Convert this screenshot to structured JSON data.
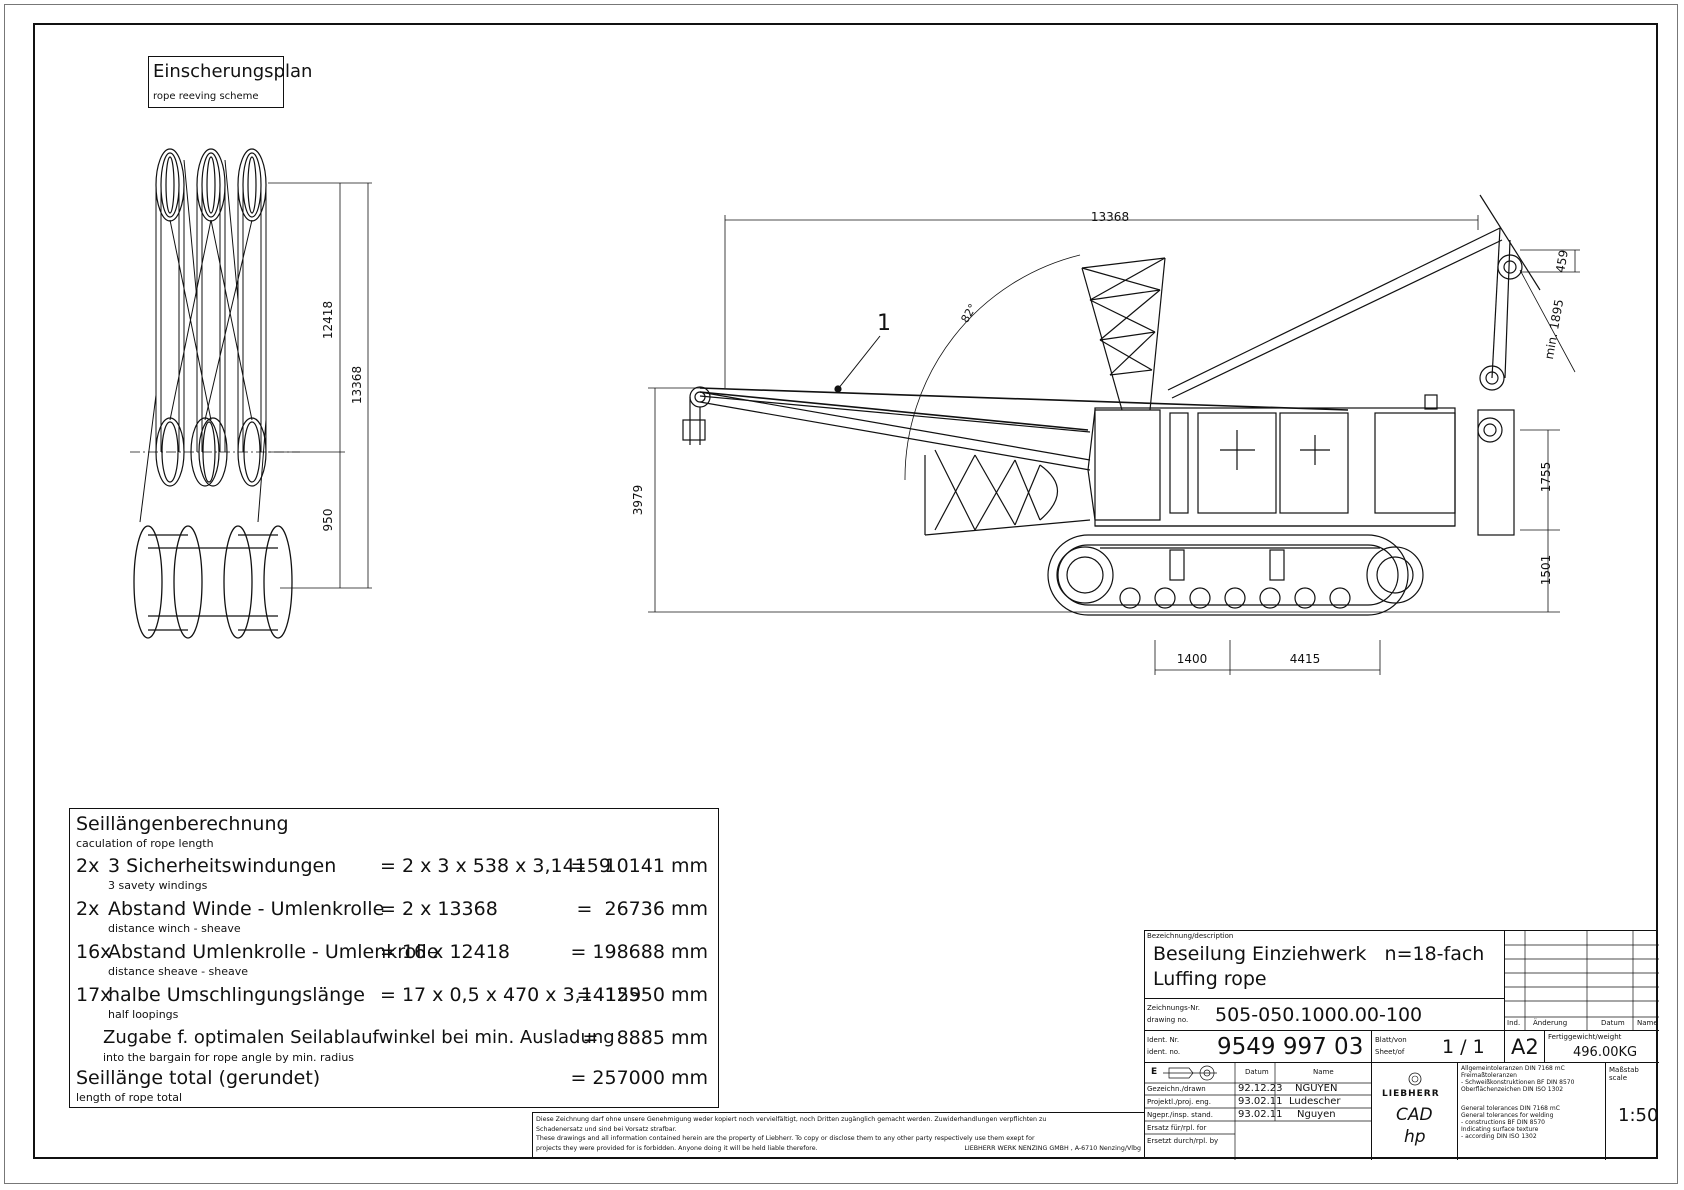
{
  "scheme": {
    "title_de": "Einscherungsplan",
    "title_en": "rope reeving scheme",
    "dim_12418": "12418",
    "dim_13368": "13368",
    "dim_950": "950"
  },
  "crane": {
    "label_1": "1",
    "dim_top": "13368",
    "angle": "82°",
    "dim_height": "3979",
    "dim_1400": "1400",
    "dim_4415": "4415",
    "dim_459": "459",
    "dim_min1895": "min. 1895",
    "dim_1755": "1755",
    "dim_1501": "1501"
  },
  "calculation": {
    "title_de": "Seillängenberechnung",
    "title_en": "caculation of rope length",
    "rows": [
      {
        "qty": "2x",
        "label": "3 Sicherheitswindungen",
        "sub": "3 savety windings",
        "formula": "= 2 x 3 x 538 x 3,14159",
        "result": "=   10141 mm"
      },
      {
        "qty": "2x",
        "label": "Abstand Winde - Umlenkrolle",
        "sub": "distance winch - sheave",
        "formula": "= 2 x 13368",
        "result": "=  26736 mm"
      },
      {
        "qty": "16x",
        "label": "Abstand Umlenkrolle - Umlenkrolle",
        "sub": "distance sheave - sheave",
        "formula": "= 16 x 12418",
        "result": "= 198688 mm"
      },
      {
        "qty": "17x",
        "label": "halbe Umschlingungslänge",
        "sub": "half loopings",
        "formula": "= 17 x 0,5 x 470 x 3,14159",
        "result": "=  12550 mm"
      },
      {
        "qty": "",
        "label": "Zugabe f. optimalen Seilablaufwinkel bei min. Ausladung",
        "sub": "into the bargain for rope angle by min. radius",
        "formula": "",
        "result": "=   8885 mm"
      }
    ],
    "total_de": "Seillänge total (gerundet)",
    "total_en": "length of rope total",
    "total_result": "= 257000 mm"
  },
  "notice": {
    "line1": "Diese Zeichnung darf ohne unsere Genehmigung weder kopiert noch vervielfältigt, noch Dritten zugänglich gemacht werden. Zuwiderhandlungen verpflichten zu",
    "line2": "Schadenersatz und sind bei Vorsatz strafbar.",
    "line3": "These drawings and all information contained herein are the property of Liebherr. To copy or disclose them to any other party respectively use them exept for",
    "line4": "projects they were provided for is forbidden. Anyone doing it will be held liable therefore.",
    "company": "LIEBHERR WERK NENZING GMBH , A-6710 Nenzing/Vlbg"
  },
  "titleblock": {
    "desc_label": "Bezeichnung/description",
    "desc_line1": "Beseilung Einziehwerk   n=18-fach",
    "desc_line2": "Luffing rope",
    "drawno_label1": "Zeichnungs-Nr.",
    "drawno_label2": "drawing no.",
    "drawno": "505-050.1000.00-100",
    "ident_label1": "Ident. Nr.",
    "ident_label2": "ident. no.",
    "ident": "9549 997 03",
    "sheet_label1": "Blatt/von",
    "sheet_label2": "Sheet/of",
    "sheet": "1 / 1",
    "format": "A2",
    "weight_label": "Fertiggewicht/weight",
    "weight": "496.00KG",
    "rev_ind": "Ind.",
    "rev_change": "Änderung",
    "rev_date": "Datum",
    "rev_name": "Name",
    "e_label": "E",
    "col_date": "Datum",
    "col_name": "Name",
    "drawn_label": "Gezeichn./drawn",
    "drawn_date": "92.12.23",
    "drawn_name": "NGUYEN",
    "proj_label": "Projektl./proj. eng.",
    "proj_date": "93.02.11",
    "proj_name": "Ludescher",
    "insp_label": "Ngepr./insp. stand.",
    "insp_date": "93.02.11",
    "insp_name": "Nguyen",
    "repl_for": "Ersatz für/rpl. for",
    "repl_by": "Ersetzt durch/rpl. by",
    "brand": "LIEBHERR",
    "cad": "CAD",
    "hp": "hp",
    "tol1": "Allgemeintoleranzen DIN 7168 mC",
    "tol2": "Freimaßtoleranzen",
    "tol3": "- Schweißkonstruktionen BF DIN 8570",
    "tol4": "Oberflächenzeichen DIN ISO 1302",
    "tol5": "General tolerances DIN 7168 mC",
    "tol6": "General tolerances for welding",
    "tol7": "- constructions BF DIN 8570",
    "tol8": "Indicating surface texture",
    "tol9": "- according DIN ISO 1302",
    "scale_label": "Maßstab scale",
    "scale": "1:50"
  }
}
